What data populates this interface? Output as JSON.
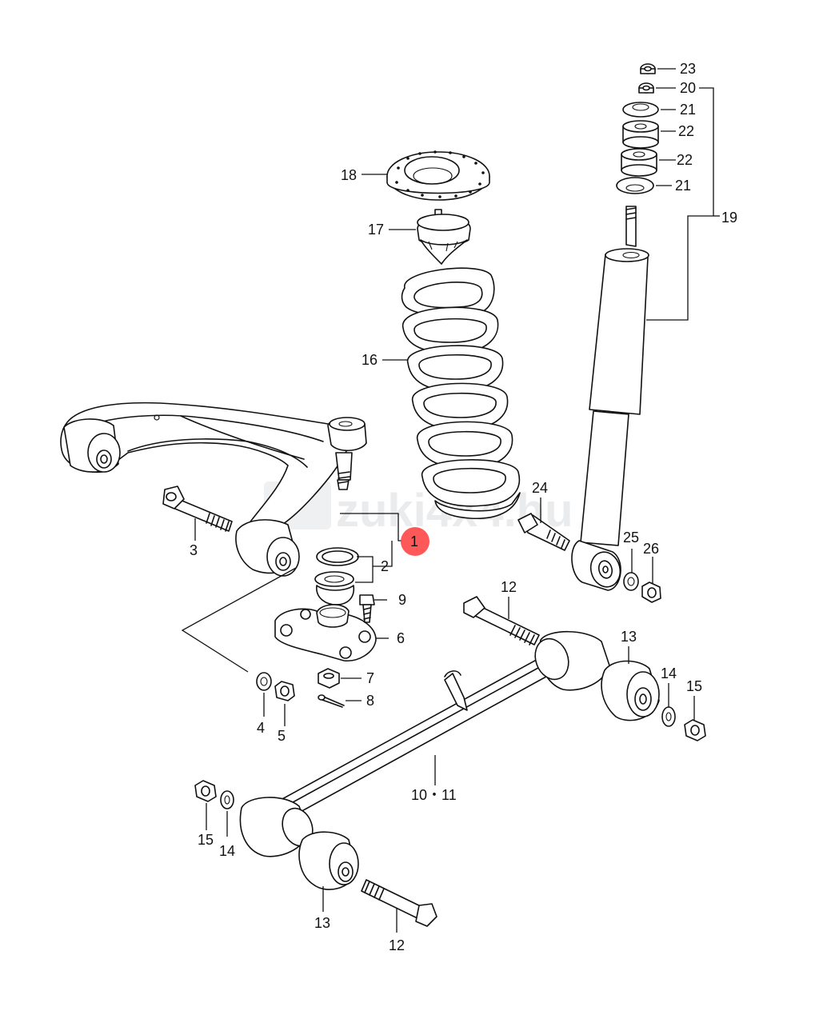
{
  "diagram": {
    "watermark": "zuki4x4.hu",
    "highlight_color": "#ff3b3b",
    "callouts": {
      "c1": "1",
      "c2": "2",
      "c3": "3",
      "c4": "4",
      "c5": "5",
      "c6": "6",
      "c7": "7",
      "c8": "8",
      "c9": "9",
      "c10_11": "10・11",
      "c12a": "12",
      "c12b": "12",
      "c13a": "13",
      "c13b": "13",
      "c14a": "14",
      "c14b": "14",
      "c15a": "15",
      "c15b": "15",
      "c16": "16",
      "c17": "17",
      "c18": "18",
      "c19": "19",
      "c20": "20",
      "c21a": "21",
      "c21b": "21",
      "c22a": "22",
      "c22b": "22",
      "c23": "23",
      "c24": "24",
      "c25": "25",
      "c26": "26"
    },
    "parts": {
      "upper_arm": "upper control arm",
      "spring": "coil spring",
      "shock": "shock absorber",
      "lateral_rod": "lateral rod",
      "ball_joint": "ball joint"
    }
  }
}
